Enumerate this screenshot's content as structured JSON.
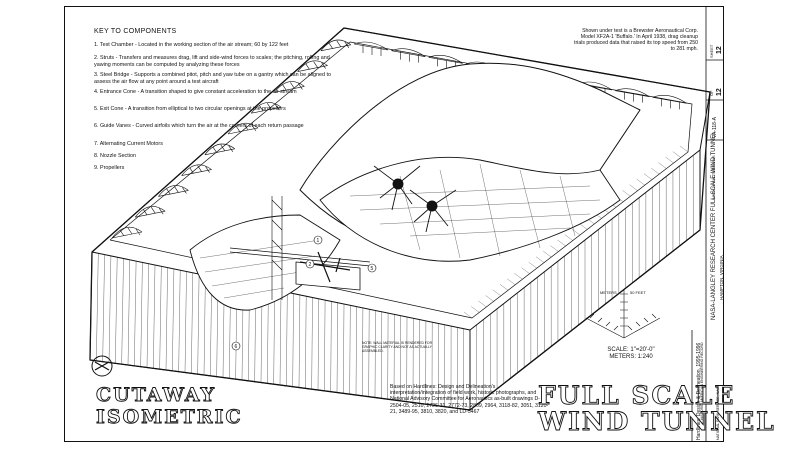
{
  "key": {
    "title": "KEY TO COMPONENTS",
    "items": [
      "1. Test Chamber - Located in the working section of the air stream; 60 by 122 feet",
      "2. Struts - Transfers and measures drag, lift and side-wind forces to scales; the pitching, rolling and yawing moments can be computed by analyzing these forces",
      "3. Steel Bridge - Supports a combined pitot, pitch and yaw tube on a gantry which can be aligned to assess the air flow at any point around a test aircraft",
      "4. Entrance Cone - A transition shaped to give constant acceleration to the air stream",
      "5. Exit Cone - A transition from elliptical to two circular openings at the propellers",
      "6. Guide Vanes - Curved airfoils which turn the air at the corners of each return passage",
      "7. Alternating Current Motors",
      "8. Nozzle Section",
      "9. Propellers"
    ]
  },
  "top_note": "Shown under test is a Brewster Aeronautical Corp. Model XF2A-1 'Buffalo.' In April 1938, drag cleanup trials produced data that raised its top speed from 250 to 281 mph.",
  "small_note": "NOTE: WALL MATERIAL IS RENDERED FOR GRAPHIC CLARITY AND NOT AS ACTUALLY ASSEMBLED.",
  "credits": "Based on Hardlines: Design and Delineation's interpretation/integration of field work, historic photographs, and National Advisory Committee for Aeronautics as-built drawings D-2504-05, 2510, 2726-31, 2772-73, 2809, 2964, 3118-82, 3051, 3120-21, 3489-95, 3810, 3820, and LD-5467",
  "titles": {
    "cutaway": "CUTAWAY",
    "isometric": "ISOMETRIC",
    "full_scale": "FULL SCALE",
    "wind_tunnel": "WIND TUNNEL"
  },
  "scale": {
    "text": "SCALE: 1\"=20'-0\"",
    "meters_ratio": "METERS: 1:240",
    "meters_label": "METERS",
    "feet_label": "50 FEET"
  },
  "sidebar": {
    "project": "NASA-LANGLEY RESEARCH CENTER FULL-SCALE WIND TUNNEL",
    "location": "HAMPTON, VIRGINIA",
    "delineator": "Hardlines: Design & Delineation, 1995-1996",
    "sheet_label": "SHEET",
    "sheet_no": "12",
    "of_label": "OF",
    "total": "12",
    "survey_no": "VA-118-A",
    "index": "INDEX TO PHOTOGRAPHS",
    "recorder": "HISTORIC AMERICAN ENGINEERING RECORD",
    "agency": "NATIONAL PARK SERVICE, NASA"
  }
}
